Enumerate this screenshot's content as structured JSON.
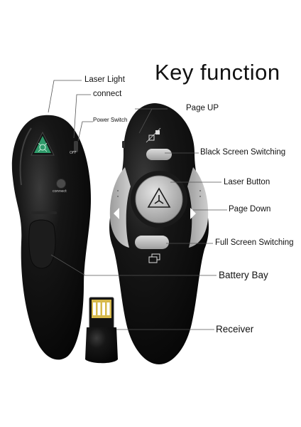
{
  "title": "Key function",
  "labels": {
    "laser_light": "Laser Light",
    "connect": "connect",
    "power_switch": "Power Switch",
    "page_up": "Page UP",
    "black_screen": "Black Screen Switching",
    "laser_button": "Laser Button",
    "page_down": "Page Down",
    "full_screen": "Full Screen Switching",
    "battery_bay": "Battery Bay",
    "receiver": "Receiver"
  },
  "device_text": {
    "connect_small": "connect",
    "off_small": "OFF"
  },
  "colors": {
    "body": "#0d0d0d",
    "button_grey": "#bdbdbd",
    "laser_green": "#2f9a6a",
    "usb_gold": "#d6b84a",
    "leader": "#555555"
  },
  "icons": [
    "laser-triangle-icon",
    "black-screen-icon",
    "full-screen-icon",
    "page-up-arrow-icon",
    "page-down-arrow-icon"
  ]
}
